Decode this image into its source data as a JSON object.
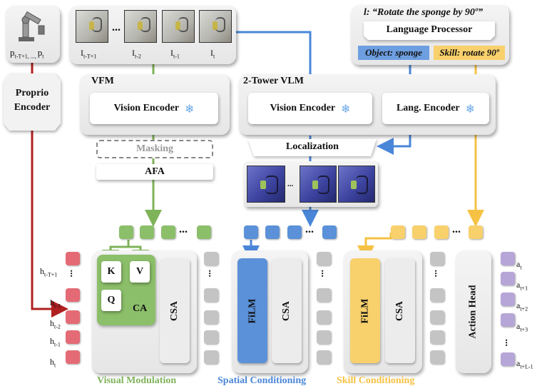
{
  "colors": {
    "green": "#7fb35a",
    "blue": "#4a86d8",
    "yellow": "#f6c244",
    "red": "#b02020",
    "gray": "#c4c4c4",
    "purple": "#b6a6d8",
    "red_token": "#e46b75"
  },
  "proprio": {
    "label": "p",
    "label_sub": "t-T+1, ..., ",
    "label_last": "p",
    "label_last_sub": "t",
    "icon": "robot-arm-icon"
  },
  "encoder_proprio": {
    "line1": "Proprio",
    "line2": "Encoder"
  },
  "frames": {
    "labels": [
      {
        "base": "I",
        "sub": "t-T+1"
      },
      {
        "base": "I",
        "sub": "t-2"
      },
      {
        "base": "I",
        "sub": "t-1"
      },
      {
        "base": "I",
        "sub": "t"
      }
    ],
    "dots": "..."
  },
  "instruction": {
    "prefix": "l",
    "text": ": “Rotate the sponge by 90º”"
  },
  "language_processor": "Language Processor",
  "object_tag": "Object: sponge",
  "skill_tag": "Skill: rotate 90º",
  "vfm": {
    "title": "VFM",
    "vision_encoder": "Vision Encoder",
    "snow": "❄"
  },
  "vlm": {
    "title": "2-Tower VLM",
    "vision_encoder": "Vision Encoder",
    "lang_encoder": "Lang. Encoder",
    "snow": "❄"
  },
  "masking": "Masking",
  "afa": "AFA",
  "localization": "Localization",
  "loc_dots": "...",
  "token_dots": "...",
  "history": [
    {
      "base": "h",
      "sub": "t-T+1"
    },
    {
      "base": "h",
      "sub": "t-3"
    },
    {
      "base": "h",
      "sub": "t-2"
    },
    {
      "base": "h",
      "sub": "t-1"
    },
    {
      "base": "h",
      "sub": "t"
    }
  ],
  "actions": [
    {
      "base": "a",
      "sub": "t"
    },
    {
      "base": "a",
      "sub": "t+1"
    },
    {
      "base": "a",
      "sub": "t+2"
    },
    {
      "base": "a",
      "sub": "t+3"
    },
    {
      "base": "a",
      "sub": "t+L-1"
    }
  ],
  "ca": {
    "k": "K",
    "v": "V",
    "q": "Q",
    "label": "CA"
  },
  "csa": "CSA",
  "film": "FiLM",
  "action_head": "Action Head",
  "captions": {
    "visual": "Visual Modulation",
    "spatial": "Spatial Conditioning",
    "skill": "Skill Conditioning"
  }
}
